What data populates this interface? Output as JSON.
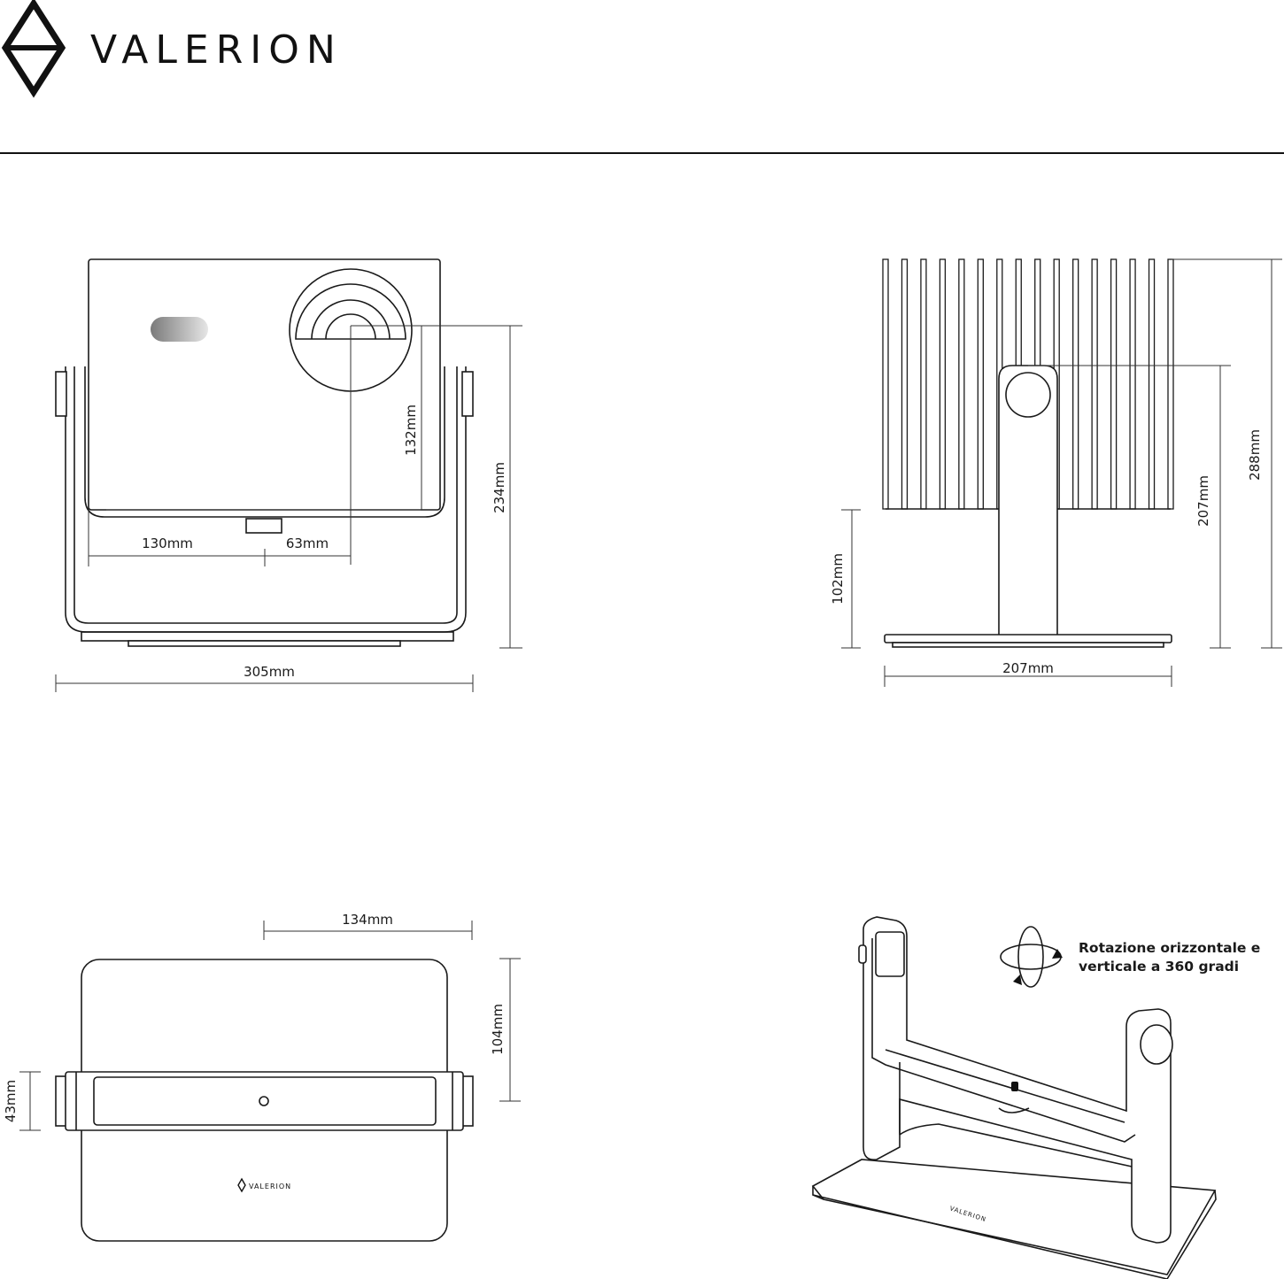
{
  "brand": {
    "name": "VALERION",
    "small_mark": "VALERION"
  },
  "front_view": {
    "width_label": "305mm",
    "height_label": "234mm",
    "lens_height_label": "132mm",
    "left_offset_label": "130mm",
    "lens_offset_label": "63mm"
  },
  "side_view": {
    "width_label": "207mm",
    "total_height_label": "288mm",
    "pivot_height_label": "207mm",
    "base_gap_label": "102mm"
  },
  "top_view": {
    "half_width_label": "134mm",
    "depth_label": "104mm",
    "bar_width_label": "43mm"
  },
  "stand_view": {
    "caption_line1": "Rotazione orizzontale e",
    "caption_line2": "verticale a 360 gradi",
    "icon": "rotate-360-icon"
  }
}
